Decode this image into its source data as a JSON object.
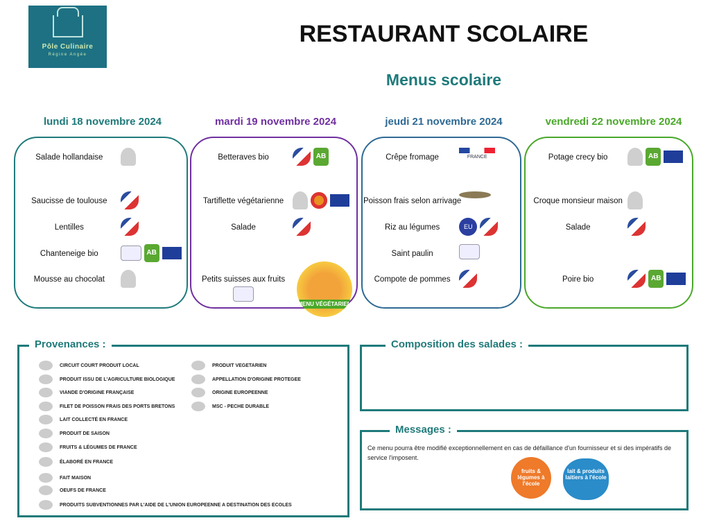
{
  "logo": {
    "line1": "Pôle Culinaire",
    "line2": "Régine Angée"
  },
  "title": "RESTAURANT SCOLAIRE",
  "subtitle": "Menus scolaire",
  "colors": {
    "lundi": "#1f7a7a",
    "mardi": "#7030a0",
    "jeudi": "#2e6a94",
    "vendredi": "#4aa82a"
  },
  "days": [
    {
      "date": "lundi 18 novembre 2024",
      "items": [
        {
          "label": "Salade hollandaise",
          "icons": [
            "fait-maison"
          ]
        },
        {
          "label": "Saucisse de toulouse",
          "icons": [
            "viande-francaise"
          ]
        },
        {
          "label": "Lentilles",
          "icons": [
            "fruits-legumes-france"
          ]
        },
        {
          "label": "Chanteneige bio",
          "icons": [
            "lait-france",
            "bio",
            "eu-flag"
          ]
        },
        {
          "label": "Mousse au chocolat",
          "icons": [
            "fait-maison"
          ]
        }
      ]
    },
    {
      "date": "mardi 19 novembre 2024",
      "items": [
        {
          "label": "Betteraves bio",
          "icons": [
            "fruits-legumes-france",
            "bio"
          ]
        },
        {
          "label": "Tartiflette végétarienne",
          "icons": [
            "fait-maison",
            "aop",
            "eu-flag"
          ]
        },
        {
          "label": "Salade",
          "icons": [
            "fruits-legumes-france"
          ]
        },
        {
          "label": "Petits suisses aux fruits",
          "icons": [
            "lait-france"
          ]
        }
      ],
      "badge": "MENU VÉGÉTARIEN"
    },
    {
      "date": "jeudi 21 novembre 2024",
      "items": [
        {
          "label": "Crêpe fromage",
          "icons": [
            "elabore-france"
          ]
        },
        {
          "label": "Poisson frais selon arrivage",
          "icons": [
            "poisson"
          ]
        },
        {
          "label": "Riz au légumes",
          "icons": [
            "origine-europeenne",
            "fruits-legumes-france"
          ]
        },
        {
          "label": "Saint paulin",
          "icons": [
            "lait-france"
          ]
        },
        {
          "label": "Compote de pommes",
          "icons": [
            "fruits-legumes-france"
          ]
        }
      ]
    },
    {
      "date": "vendredi 22 novembre 2024",
      "items": [
        {
          "label": "Potage crecy bio",
          "icons": [
            "fait-maison",
            "bio",
            "eu-flag"
          ]
        },
        {
          "label": "Croque monsieur maison",
          "icons": [
            "fait-maison"
          ]
        },
        {
          "label": "Salade",
          "icons": [
            "fruits-legumes-france"
          ]
        },
        {
          "label": "Poire bio",
          "icons": [
            "fruits-legumes-france",
            "bio",
            "eu-flag"
          ]
        }
      ]
    }
  ],
  "provenances": {
    "title": "Provenances :",
    "left": [
      "CIRCUIT COURT PRODUIT LOCAL",
      "PRODUIT ISSU DE L'AGRICULTURE BIOLOGIQUE",
      "VIANDE D'ORIGINE FRANÇAISE",
      "FILET DE POISSON FRAIS DES PORTS BRETONS",
      "LAIT COLLECTÉ EN FRANCE",
      "PRODUIT DE SAISON",
      "FRUITS & LÉGUMES DE FRANCE",
      "ÉLABORÉ EN FRANCE",
      "FAIT MAISON",
      "OEUFS DE FRANCE",
      "PRODUITS SUBVENTIONNES PAR L'AIDE DE L'UNION EUROPEENNE A DESTINATION DES ECOLES"
    ],
    "right": [
      "PRODUIT VEGETARIEN",
      "APPELLATION D'ORIGINE PROTEGEE",
      "ORIGINE EUROPEENNE",
      "MSC - PECHE DURABLE"
    ]
  },
  "salades": {
    "title": "Composition des salades :"
  },
  "messages": {
    "title": "Messages :",
    "text": "Ce menu pourra être modifié exceptionnellement en cas de défaillance d'un fournisseur et si des impératifs de service l'imposent.",
    "logo1": "fruits & légumes à l'école",
    "logo2": "lait & produits laitiers à l'école"
  }
}
